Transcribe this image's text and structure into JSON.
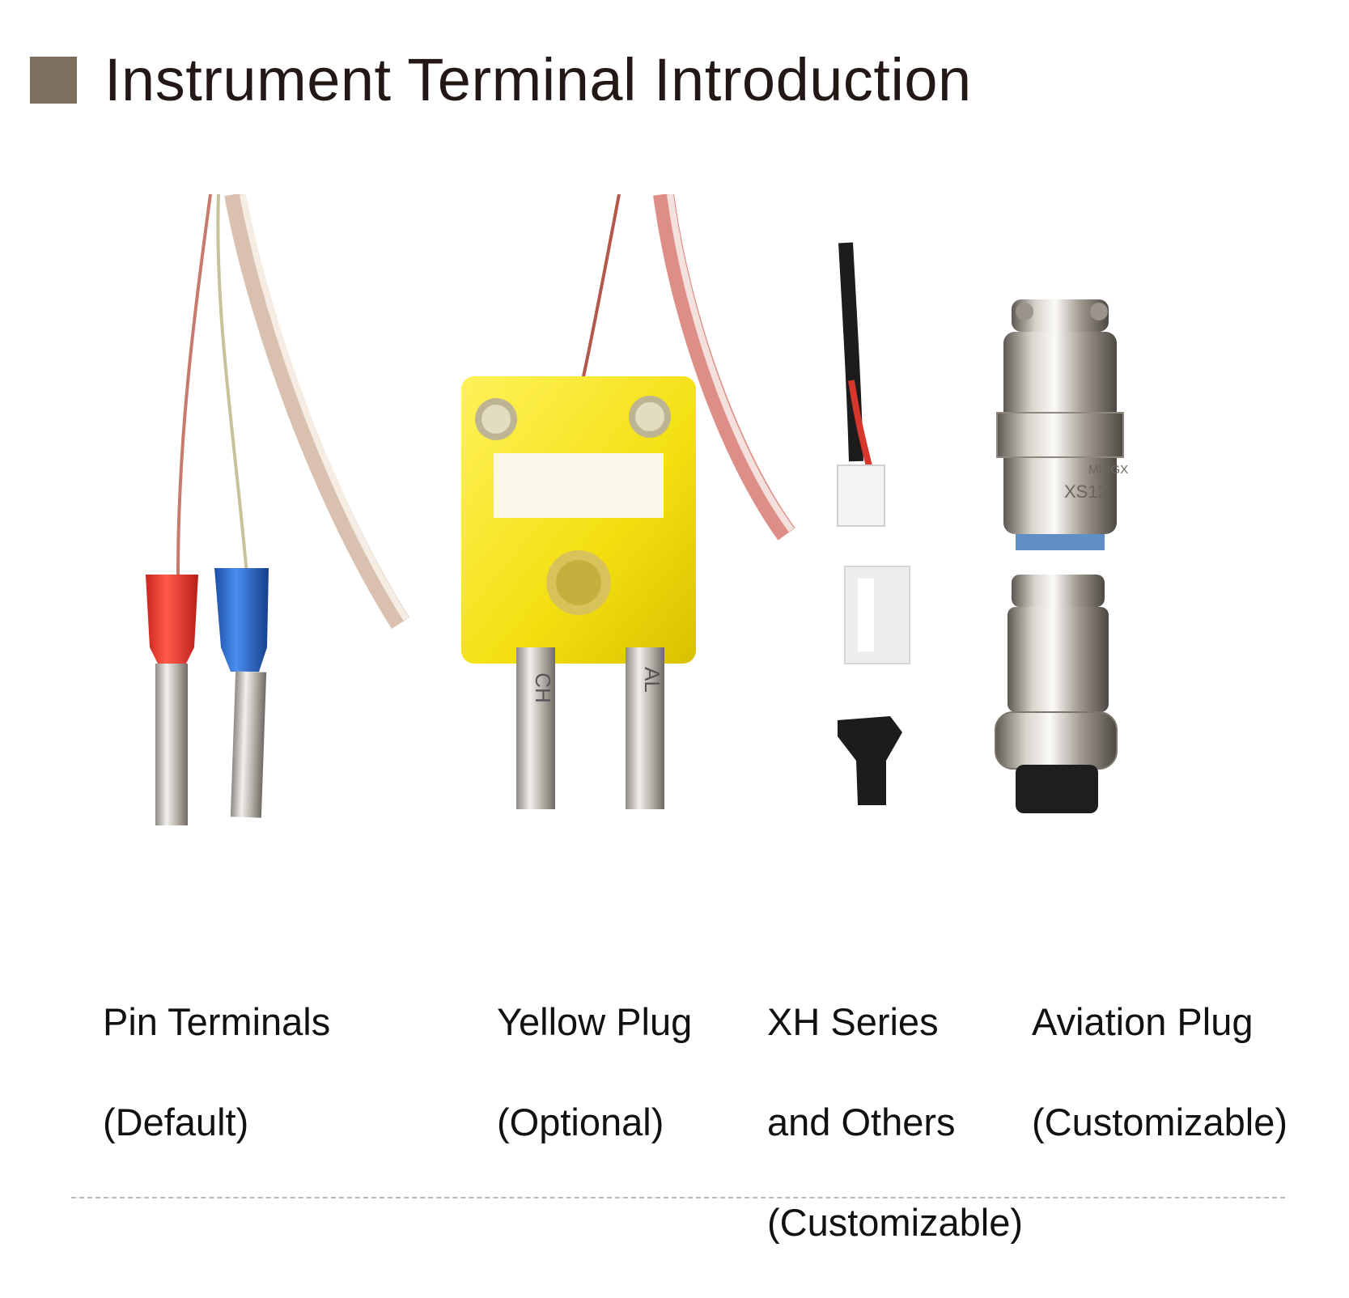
{
  "header": {
    "title": "Instrument Terminal Introduction",
    "square_color": "#7d6f5e"
  },
  "terminals": [
    {
      "line1": "Pin Terminals",
      "line2": "(Default)",
      "line3": ""
    },
    {
      "line1": "Yellow Plug",
      "line2": "(Optional)",
      "line3": ""
    },
    {
      "line1": "XH Series",
      "line2": "and Others",
      "line3": "(Customizable)"
    },
    {
      "line1": "Aviation Plug",
      "line2": "(Customizable)",
      "line3": ""
    }
  ],
  "plug_markings": {
    "left_pin": "CH",
    "right_pin": "AL",
    "aviation_brand": "MINGX",
    "aviation_model": "XS12"
  },
  "colors": {
    "pin_red": "#e8372c",
    "pin_blue": "#2b6fd0",
    "plug_yellow": "#f5e31a",
    "metal": "#c9c4bd",
    "xh_white": "#f2f2f2",
    "xh_black": "#1c1c1c"
  }
}
